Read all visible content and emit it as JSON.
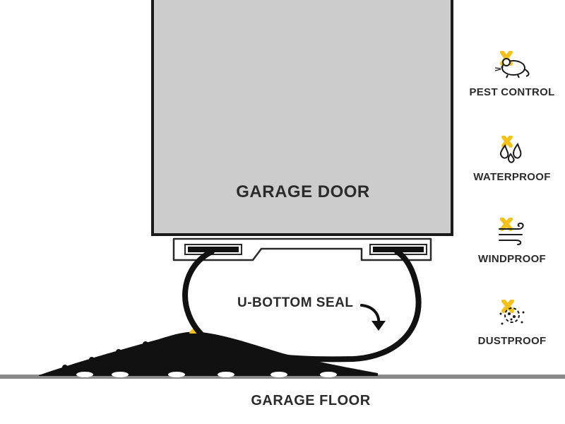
{
  "diagram": {
    "door_label": "GARAGE DOOR",
    "seal_label": "U-BOTTOM SEAL",
    "floor_label": "GARAGE FLOOR"
  },
  "features": [
    {
      "label": "PEST CONTROL",
      "icon": "mouse-icon"
    },
    {
      "label": "WATERPROOF",
      "icon": "water-drops-icon"
    },
    {
      "label": "WINDPROOF",
      "icon": "wind-icon"
    },
    {
      "label": "DUSTPROOF",
      "icon": "dust-icon"
    }
  ],
  "colors": {
    "door_fill": "#cccccc",
    "outline": "#1a1a1a",
    "seal": "#111111",
    "accent": "#f2c21b",
    "floor": "#8a8a8a",
    "text": "#2b2b2b"
  }
}
